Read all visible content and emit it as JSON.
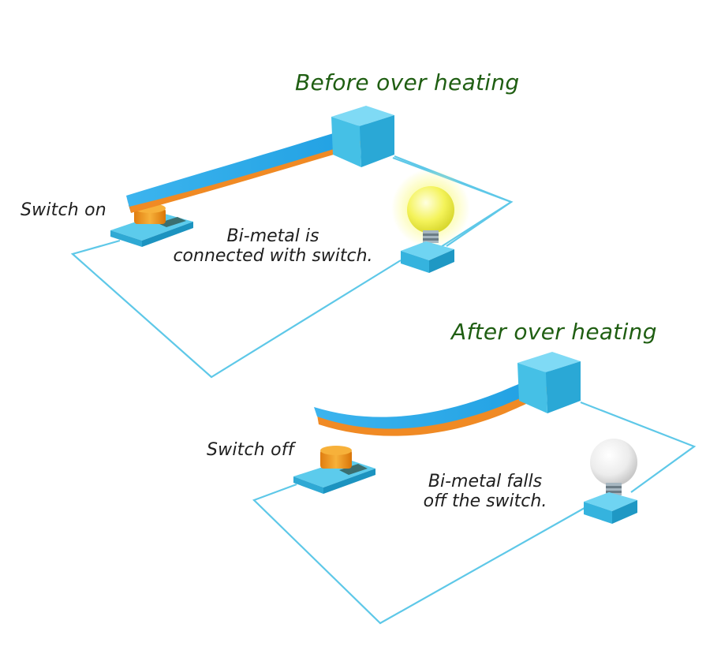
{
  "before": {
    "heading": "Before over heating",
    "switch_label": "Switch on",
    "caption_line1": "Bi-metal is",
    "caption_line2": "connected with switch."
  },
  "after": {
    "heading": "After over heating",
    "switch_label": "Switch off",
    "caption_line1": "Bi-metal falls",
    "caption_line2": "off the switch."
  },
  "colors": {
    "heading_text": "#1f5e12",
    "wire": "#5ec8e8",
    "strip_top": "#29a8e8",
    "strip_bottom": "#f08a24",
    "block": "#39c0e6",
    "bulb_on": "#f6f55a",
    "bulb_off": "#f0f0f0"
  }
}
